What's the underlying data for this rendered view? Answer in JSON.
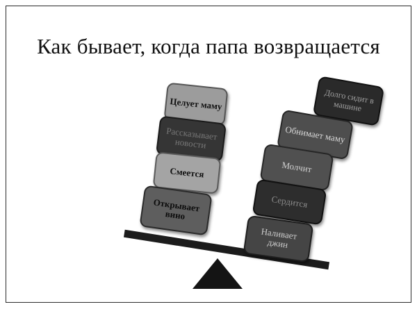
{
  "slide": {
    "title": "Как бывает, когда папа возвращается"
  },
  "scale": {
    "left_stack": [
      "Целует маму",
      "Рассказывает новости",
      "Смеется",
      "Открывает вино"
    ],
    "right_stack": [
      "Долго сидит в машине",
      "Обнимает маму",
      "Молчит",
      "Сердится",
      "Наливает джин"
    ]
  }
}
